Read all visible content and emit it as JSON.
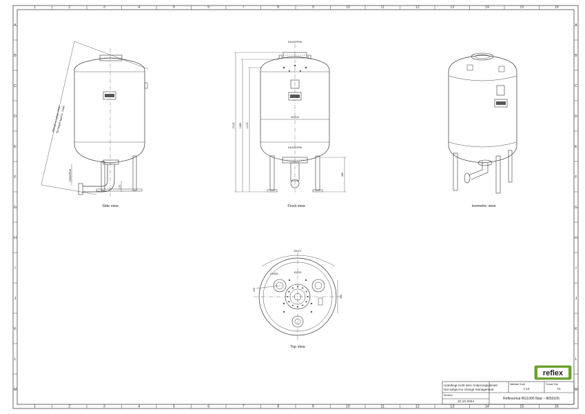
{
  "grid": {
    "columns": [
      "1",
      "2",
      "3",
      "4",
      "5",
      "6",
      "7",
      "8",
      "9",
      "10",
      "11",
      "12",
      "13",
      "14",
      "15",
      "16"
    ],
    "rows": [
      "A",
      "B",
      "C",
      "D",
      "E",
      "F",
      "G",
      "H",
      "I",
      "J",
      "K",
      "L",
      "M"
    ]
  },
  "views": {
    "side": {
      "caption": "Side view",
      "dims": [
        "Abmaß in Länge 2440",
        "Tilt height approx. 2440",
        "DN80/PN6",
        "170"
      ]
    },
    "front": {
      "caption": "Front view",
      "dims": [
        "DN150/PN6",
        "Ø1000",
        "2418",
        "1983",
        "1415",
        "DN150/PN6",
        "460"
      ]
    },
    "isometric": {
      "caption": "Isometric view"
    },
    "top": {
      "caption": "Top view",
      "dims": [
        "Ø1107",
        "Ø1020",
        "DN300",
        "320",
        "320"
      ]
    }
  },
  "logo": {
    "text": "reflex"
  },
  "title_block": {
    "notice_de": "Unterliegt nicht dem Änderungsdienst/",
    "notice_en": "Not subject to change management",
    "scale_label": "Maßstab/ Scale",
    "scale_value": "1:10",
    "size_label": "Format/ Size",
    "size_value": "A1",
    "revision_label": "Revision",
    "revision_date": "22.10.2024",
    "title": "Reflexomat RG1000 6bar  –  8650105"
  }
}
